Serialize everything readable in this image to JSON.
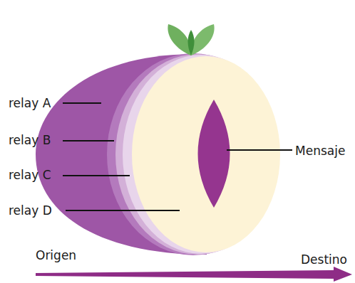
{
  "diagram": {
    "labels": [
      "relay A",
      "relay B",
      "relay C",
      "relay D",
      "Mensaje",
      "Origen",
      "Destino"
    ]
  }
}
